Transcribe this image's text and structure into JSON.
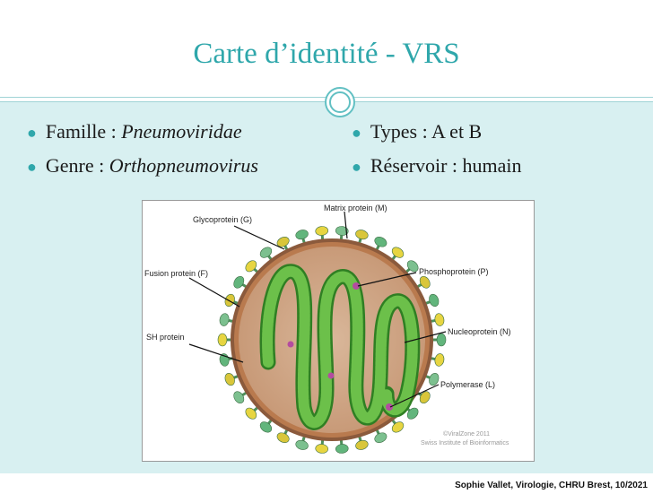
{
  "slide": {
    "title": "Carte d’identité - VRS",
    "left_bullets": [
      {
        "label": "Famille : ",
        "value": "Pneumoviridae"
      },
      {
        "label": "Genre : ",
        "value": "Orthopneumovirus"
      }
    ],
    "right_bullets": [
      {
        "text": "Types : A et B"
      },
      {
        "text": "Réservoir : humain"
      }
    ],
    "footer": "Sophie Vallet, Virologie, CHRU Brest, 10/2021"
  },
  "figure": {
    "labels": {
      "glycoprotein": "Glycoprotein (G)",
      "matrix": "Matrix protein (M)",
      "fusion": "Fusion protein (F)",
      "phospho": "Phosphoprotein (P)",
      "sh": "SH protein",
      "nucleo": "Nucleoprotein (N)",
      "polymerase": "Polymerase (L)"
    },
    "credit_line1": "©ViralZone 2011",
    "credit_line2": "Swiss Institute of Bioinformatics"
  },
  "colors": {
    "accent": "#2fa7ab",
    "body_background": "#d8f0f1",
    "virion_core": "#d2a98a",
    "nucleocapsid": "#4fa33a"
  }
}
